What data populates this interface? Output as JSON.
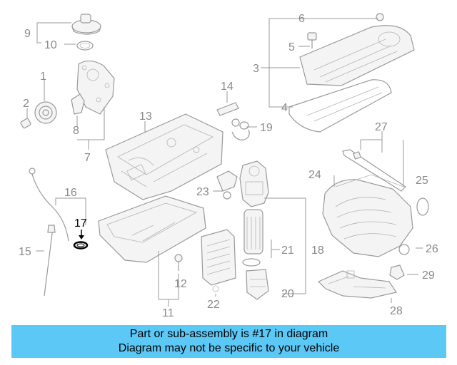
{
  "callouts": {
    "c1": "1",
    "c2": "2",
    "c3": "3",
    "c4": "4",
    "c5": "5",
    "c6": "6",
    "c7": "7",
    "c8": "8",
    "c9": "9",
    "c10": "10",
    "c11": "11",
    "c12": "12",
    "c13": "13",
    "c14": "14",
    "c15": "15",
    "c16": "16",
    "c17": "17",
    "c18": "18",
    "c19": "19",
    "c20": "20",
    "c21": "21",
    "c22": "22",
    "c23": "23",
    "c24": "24",
    "c25": "25",
    "c26": "26",
    "c27": "27",
    "c28": "28",
    "c29": "29"
  },
  "highlighted_part": "17",
  "colors": {
    "banner": "#5bc8f5",
    "highlight": "#000000",
    "line_art": "#9a9a9a"
  },
  "caption": {
    "line1": "Part or sub-assembly is #17 in diagram",
    "line2": "Diagram may not be specific to your vehicle"
  }
}
